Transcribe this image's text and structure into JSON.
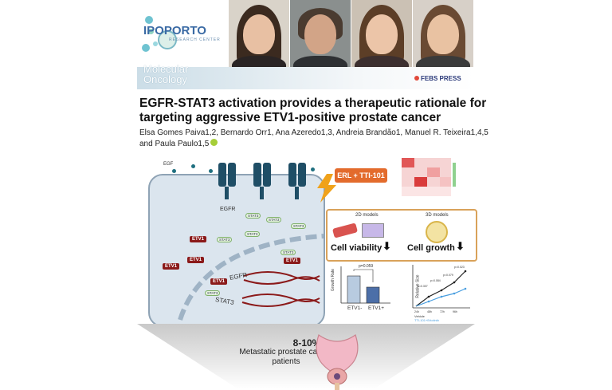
{
  "header": {
    "logo_text": "IPOPORTO",
    "logo_subtitle": "RESEARCH CENTER",
    "journal_name": "Molecular Oncology",
    "publisher": "FEBS PRESS"
  },
  "article": {
    "title": "EGFR-STAT3 activation provides a therapeutic rationale for targeting aggressive ETV1-positive prostate cancer",
    "authors": "Elsa Gomes Paiva1,2, Bernardo Orr1, Ana Azeredo1,3, Andreia Brandão1, Manuel R. Teixeira1,4,5 and Paula Paulo1,5"
  },
  "figure": {
    "egf_label": "EGF",
    "egfr_label": "EGFR",
    "stat3_label": "STAT3",
    "etv1_label": "ETV1",
    "treatment_label": "ERL + TTI-101",
    "models_2d": "2D models",
    "models_3d": "3D models",
    "viability_label": "Cell viability",
    "growth_label": "Cell growth",
    "stat_p": "p=0.059",
    "bar_ylabel": "Growth Rate",
    "bar_categories": [
      "ETV1-",
      "ETV1+"
    ],
    "line_ylabel": "Relative Size",
    "line_legend": [
      "Vehicle",
      "TTI-101+Erlotinib"
    ],
    "line_x": [
      "24h",
      "48h",
      "72h",
      "96h"
    ],
    "line_p": [
      "p=0.307",
      "p=0.084",
      "p=0.079",
      "p=0.023"
    ],
    "prevalence": "8-10%",
    "prevalence_caption": "Metastatic prostate cancer patients",
    "colors": {
      "etv1": "#8b1a1a",
      "treatment": "#e36b2c",
      "vehicle": "#222222",
      "combo": "#4a9fe0"
    }
  }
}
